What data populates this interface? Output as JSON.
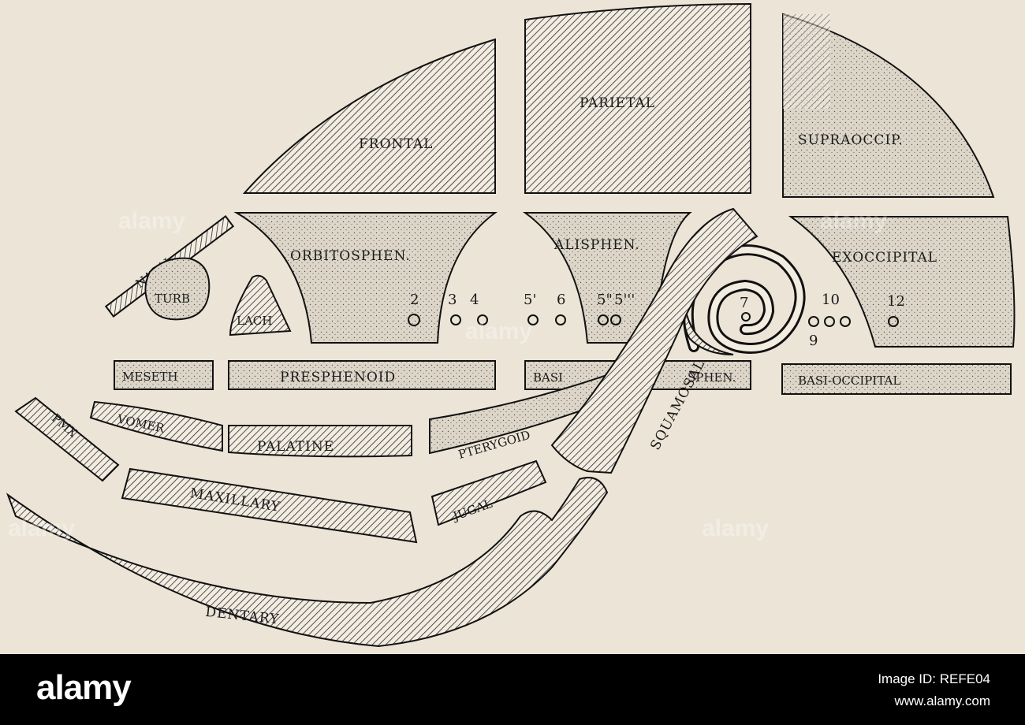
{
  "labels": {
    "frontal": "FRONTAL",
    "parietal": "PARIETAL",
    "supraoccip": "SUPRAOCCIP.",
    "nasal": "NASAL",
    "turb": "TURB",
    "lach": "LACH",
    "orbitosphen": "ORBITOSPHEN.",
    "alisphen": "ALISPHEN.",
    "exoccipital": "EXOCCIPITAL",
    "meseth": "MESETH",
    "presphenoid": "PRESPHENOID",
    "basi": "BASI",
    "sphen": "SPHEN.",
    "basioccipital": "BASI-OCCIPITAL",
    "pmx": "PMX",
    "vomer": "VOMER",
    "palatine": "PALATINE",
    "pterygoid": "PTERYGOID",
    "squamosal": "SQUAMOSAL",
    "maxillary": "MAXILLARY",
    "jugal": "JUGAL",
    "dentary": "DENTARY"
  },
  "foramina": {
    "n2": "2",
    "n3": "3",
    "n4": "4",
    "n5p": "5'",
    "n6": "6",
    "n5pp": "5\"",
    "n5ppp": "5'''",
    "n7": "7",
    "n10": "10",
    "n12": "12",
    "n9": "9"
  },
  "watermark": "alamy",
  "footer": {
    "logo": "alamy",
    "image_id": "Image ID: REFE04",
    "url": "www.alamy.com"
  },
  "colors": {
    "background": "#ece4d6",
    "ink": "#1a1a1a",
    "footer": "#000000"
  }
}
